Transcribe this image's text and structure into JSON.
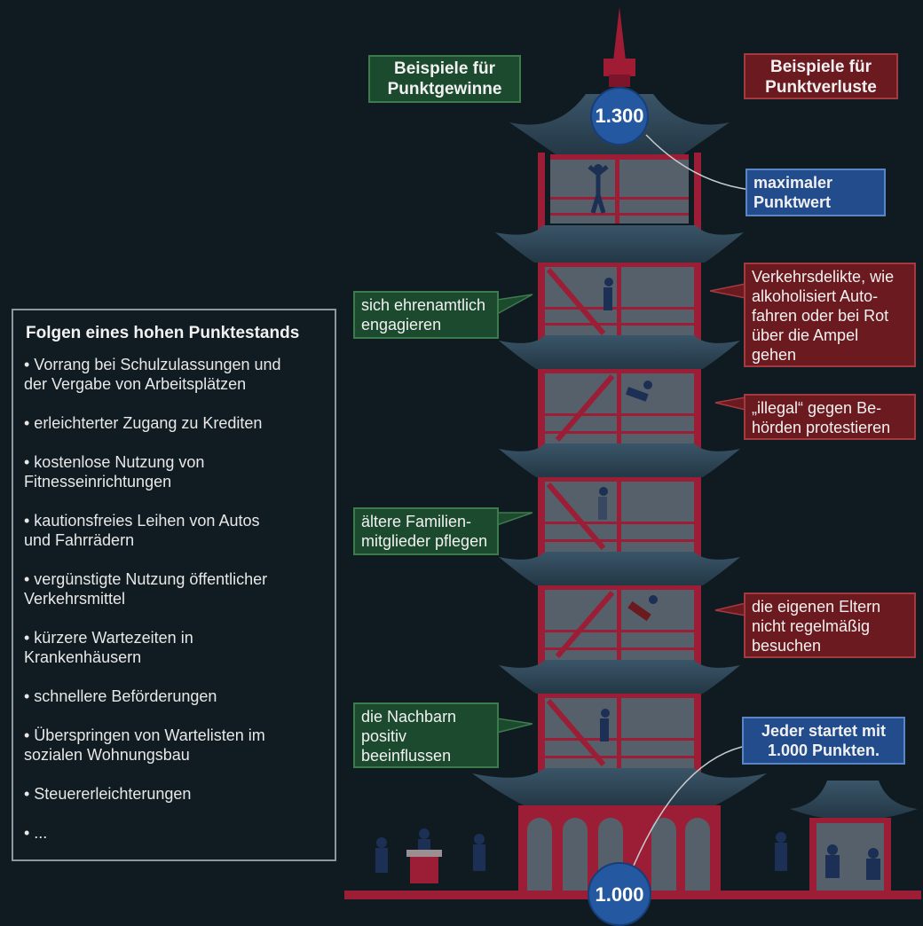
{
  "headers": {
    "gains": "Beispiele für\nPunktgewinne",
    "losses": "Beispiele für\nPunktverluste"
  },
  "score": {
    "max_value": "1.300",
    "start_value": "1.000",
    "max_label": "maximaler\nPunktwert",
    "start_label": "Jeder startet mit\n1.000 Punkten."
  },
  "gains": [
    "sich ehrenamtlich\nengagieren",
    "ältere Familien-\nmitglieder pflegen",
    "die Nachbarn\npositiv\nbeeinflussen"
  ],
  "losses": [
    "Verkehrsdelikte, wie\nalkoholisiert Auto-\nfahren oder bei Rot\nüber die Ampel\ngehen",
    "„illegal“ gegen Be-\nhörden protestieren",
    "die eigenen Eltern\nnicht regelmäßig\nbesuchen"
  ],
  "consequences": {
    "title": "Folgen eines hohen Punktestands",
    "items": [
      "• Vorrang bei Schulzulassungen und\n  der Vergabe von Arbeitsplätzen",
      "• erleichterter Zugang zu Krediten",
      "• kostenlose Nutzung von\n  Fitnesseinrichtungen",
      "• kautionsfreies Leihen von Autos\n  und Fahrrädern",
      "• vergünstigte Nutzung öffentlicher\n   Verkehrsmittel",
      "• kürzere Wartezeiten in\n  Krankenhäusern",
      "• schnellere Beförderungen",
      "• Überspringen von Wartelisten im\n  sozialen Wohnungsbau",
      "• Steuererleichterungen",
      "• ..."
    ]
  },
  "colors": {
    "background": "#0f1b21",
    "roof": "#2f4a5c",
    "wall": "#9b1e36",
    "room": "#55606a",
    "gain": "#1c4a2e",
    "loss": "#6b1a20",
    "info": "#224c8c"
  }
}
